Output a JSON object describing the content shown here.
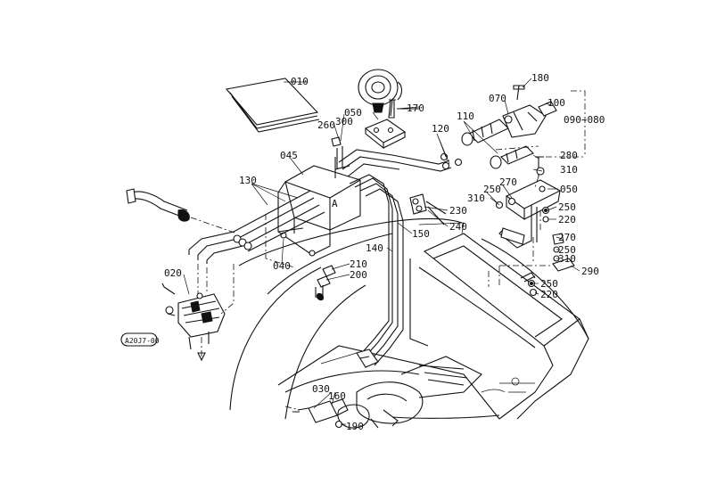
{
  "diagram": {
    "drawing_code": "A20J7-00",
    "section_mark": "A",
    "labels": {
      "p010": "010",
      "p020": "020",
      "p030": "030",
      "p040": "040",
      "p045": "045",
      "p050a": "050",
      "p050b": "050",
      "p070": "070",
      "p090_080": "090~080",
      "p100": "100",
      "p110": "110",
      "p120": "120",
      "p130": "130",
      "p140": "140",
      "p150": "150",
      "p160": "160",
      "p170": "170",
      "p180": "180",
      "p190": "190",
      "p200": "200",
      "p210": "210",
      "p220a": "220",
      "p220b": "220",
      "p230": "230",
      "p240": "240",
      "p250a": "250",
      "p250b": "250",
      "p250c": "250",
      "p250d": "250",
      "p260": "260",
      "p270a": "270",
      "p270b": "270",
      "p280": "280",
      "p290": "290",
      "p300": "300",
      "p310a": "310",
      "p310b": "310",
      "p310c": "310"
    }
  }
}
